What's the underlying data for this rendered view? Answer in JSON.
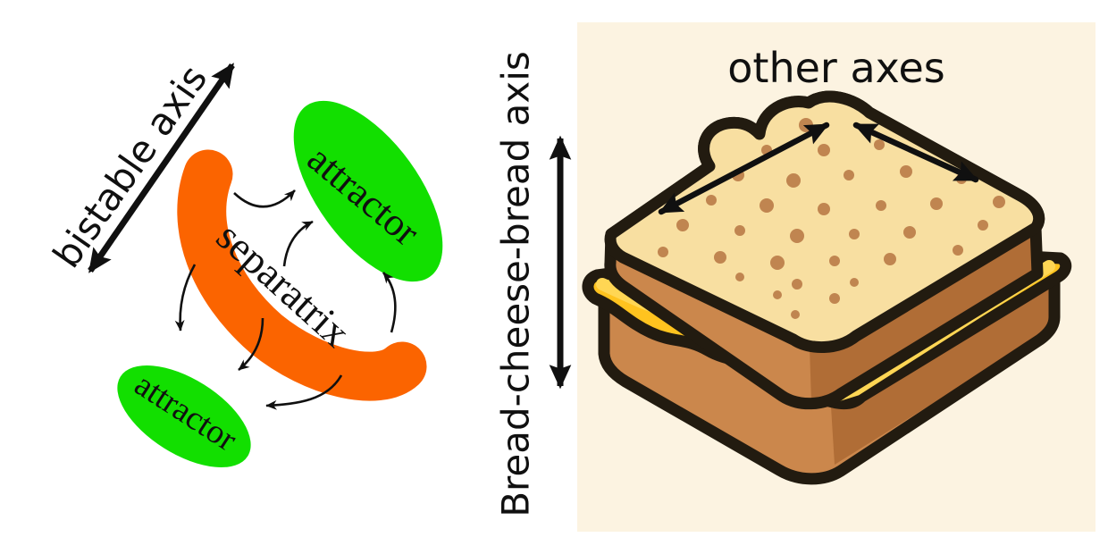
{
  "figure": {
    "left": {
      "axis_label": "bistable axis",
      "separatrix_label": "separatrix",
      "attractor_top_label": "attractor",
      "attractor_bottom_label": "attractor"
    },
    "right": {
      "title": "other axes",
      "axis_label": "Bread-cheese-bread axis"
    },
    "colors": {
      "ink": "#101010",
      "attractor_green": "#12df00",
      "separatrix_orange": "#fb6400",
      "panel_bg": "#fcf3e1",
      "outline": "#221b10",
      "bread_top": "#f8dfa1",
      "crust": "#cb874c",
      "crust_dark": "#b06d36",
      "cheese": "#ffc31f",
      "cheese_light": "#ffd654",
      "dot": "#c08550"
    }
  }
}
